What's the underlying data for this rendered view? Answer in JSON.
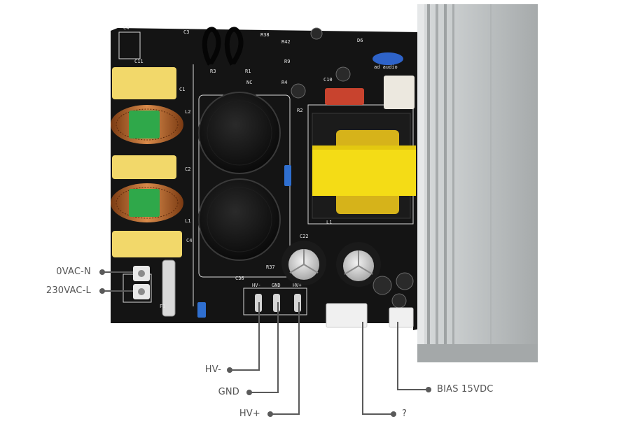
{
  "labels": {
    "ac_neutral": "0VAC-N",
    "ac_line": "230VAC-L",
    "hv_minus": "HV-",
    "gnd": "GND",
    "hv_plus": "HV+",
    "unknown": "?",
    "bias": "BIAS 15VDC"
  },
  "silkscreen": {
    "c1": "C1",
    "c2": "C2",
    "c3": "C3",
    "c4": "C4",
    "c4a": "C4",
    "c11": "C11",
    "l1": "L1",
    "l2": "L2",
    "r1": "R1",
    "r2": "R2",
    "r3": "R3",
    "r4": "R4",
    "r38": "R38",
    "r42": "R42",
    "r9": "R9",
    "r37": "R37",
    "c36": "C36",
    "c10": "C10",
    "d6": "D6",
    "nc": "NC",
    "brand": "ad audio",
    "hv_minus": "HV-",
    "gnd": "GND",
    "hv_plus": "HV+",
    "c22": "C22",
    "l1s": "L1",
    "f1": "F1"
  },
  "colors": {
    "board": "#141414",
    "leader": "#5a5a5a",
    "heatsink": "#b9bcbd",
    "cap_yellow": "#f2d86a",
    "tape_yellow": "#f4dc16",
    "copper": "#b8642c",
    "green": "#2fa84a"
  }
}
